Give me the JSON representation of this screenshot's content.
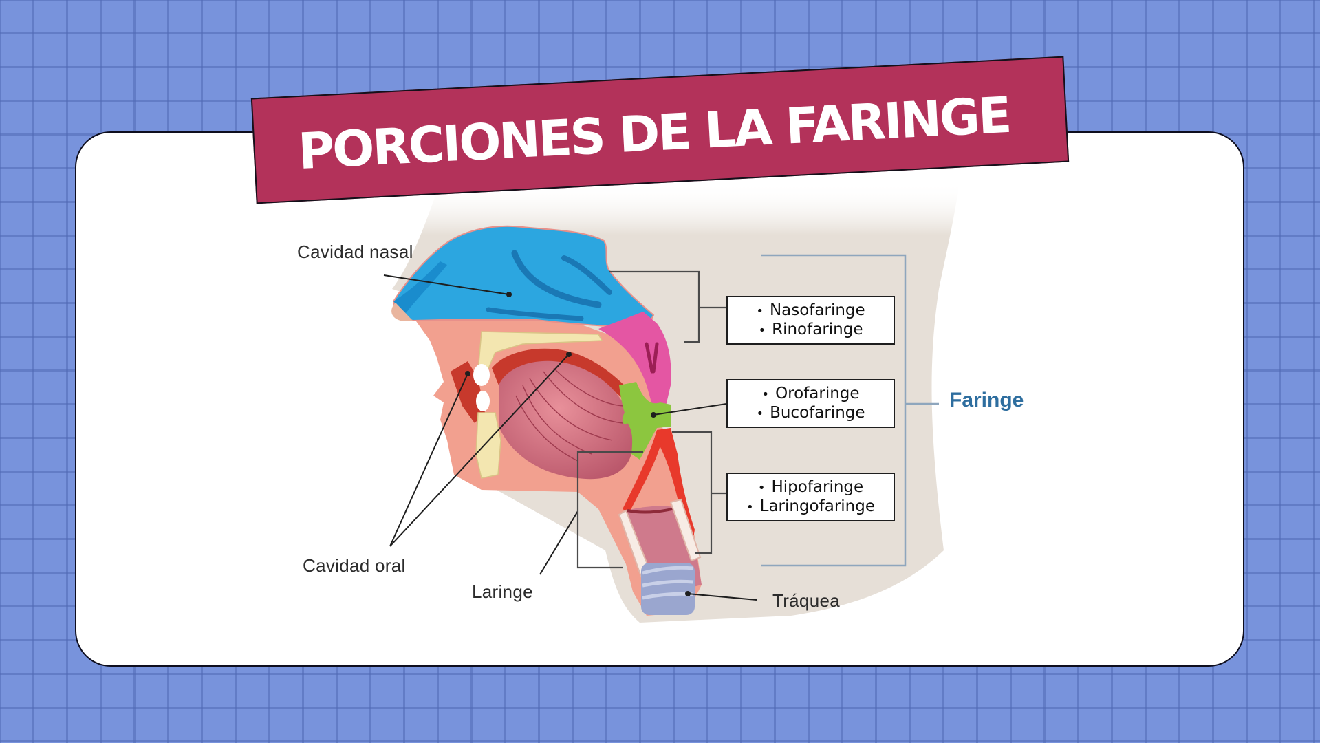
{
  "title": "PORCIONES DE LA FARINGE",
  "colors": {
    "background": "#7893dc",
    "grid_line": "#6a84cc",
    "banner": "#b3325a",
    "card": "#ffffff",
    "faringe_label": "#2e6e9f",
    "nasal_cavity": "#2ca6e0",
    "nasopharynx": "#e456a3",
    "oropharynx": "#8cc63f",
    "hypopharynx": "#e8392b",
    "trachea": "#9aa6cf",
    "skin": "#f2a08f",
    "beige_bg": "#e6dfd7"
  },
  "diagram": {
    "labels": {
      "nasal_cavity": "Cavidad nasal",
      "oral_cavity": "Cavidad oral",
      "larynx": "Laringe",
      "trachea": "Tráquea",
      "pharynx": "Faringe"
    },
    "regions": [
      {
        "items": [
          "Nasofaringe",
          "Rinofaringe"
        ]
      },
      {
        "items": [
          "Orofaringe",
          "Bucofaringe"
        ]
      },
      {
        "items": [
          "Hipofaringe",
          "Laringofaringe"
        ]
      }
    ]
  }
}
